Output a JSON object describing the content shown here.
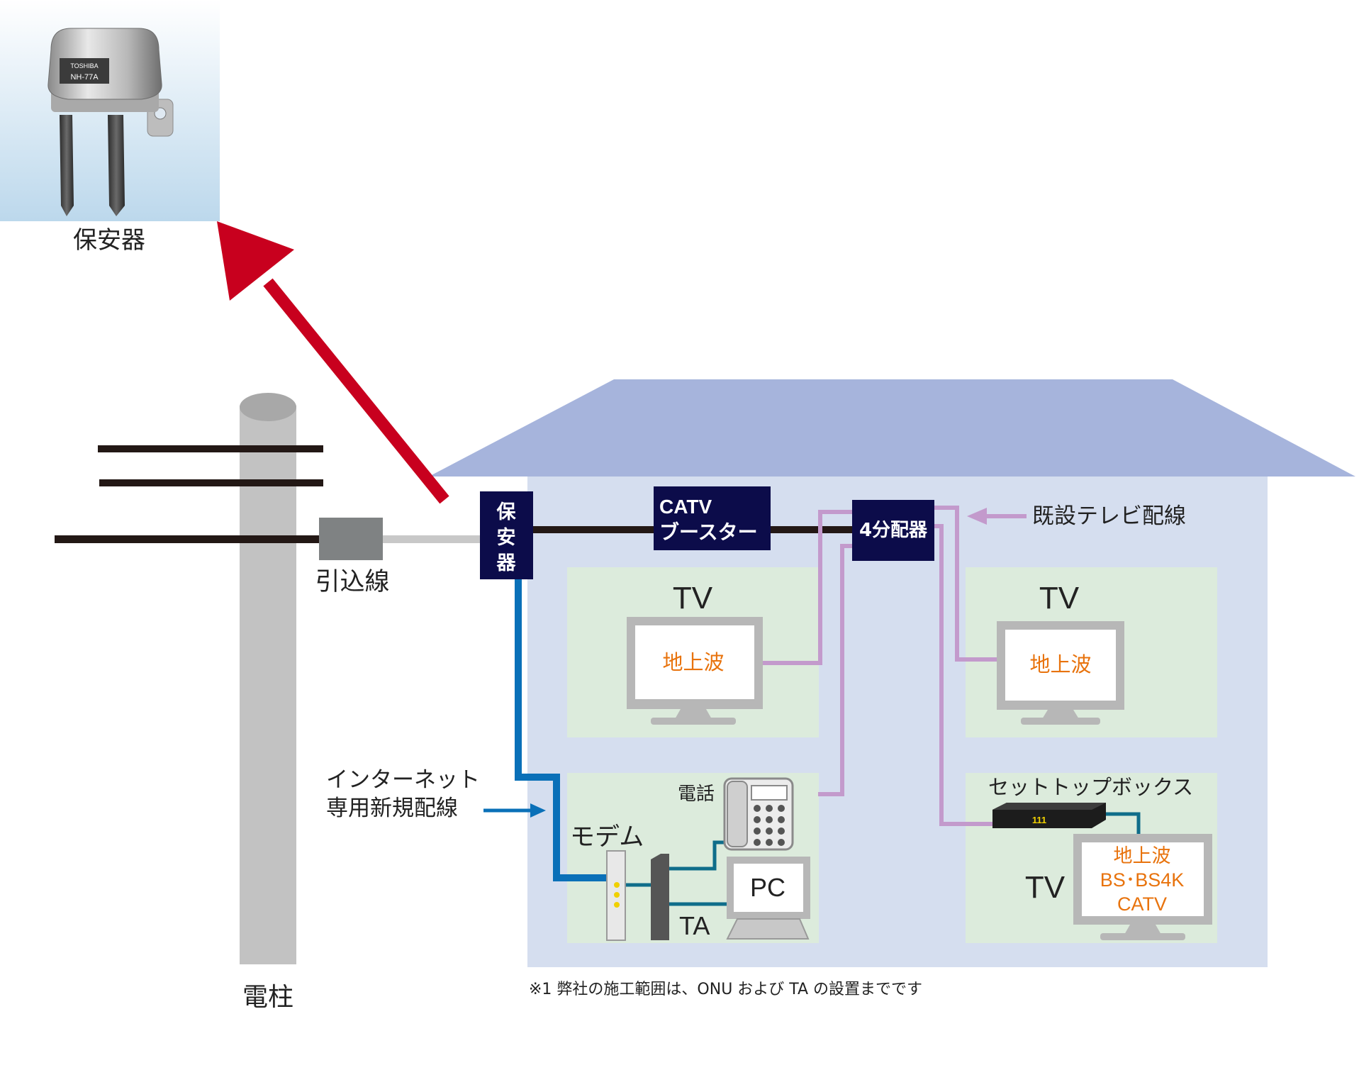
{
  "protector_photo": {
    "caption": "保安器",
    "brand_text": "TOSHIBA",
    "model_text": "NH-77A"
  },
  "pole": {
    "label": "電柱"
  },
  "drop_wire": {
    "label": "引込線"
  },
  "protector_box": {
    "label_lines": [
      "保",
      "安",
      "器"
    ]
  },
  "booster": {
    "line1": "CATV",
    "line2": "ブースター"
  },
  "splitter": {
    "label": "4分配器"
  },
  "existing_wiring": {
    "label": "既設テレビ配線"
  },
  "internet_line": {
    "line1": "インターネット",
    "line2": "専用新規配線"
  },
  "rooms": {
    "room_tl": {
      "tv_title": "TV",
      "screen_text": "地上波"
    },
    "room_tr": {
      "tv_title": "TV",
      "screen_text": "地上波"
    },
    "room_bl": {
      "phone_label": "電話",
      "modem_label": "モデム",
      "ta_label": "TA",
      "pc_label": "PC"
    },
    "room_br": {
      "stb_label": "セットトップボックス",
      "stb_display": "111",
      "tv_title": "TV",
      "screen_lines": [
        "地上波",
        "BS･BS4K",
        "CATV"
      ]
    }
  },
  "footnote": "※1 弊社の施工範囲は、ONU および TA の設置までです",
  "colors": {
    "roof": "#a6b4dc",
    "house_wall": "#d5deef",
    "room": "#dcebdc",
    "navy_box": "#0c0c4a",
    "red_arrow": "#c8001e",
    "blue_line": "#0a70b8",
    "pink_line": "#c39acc",
    "teal_line": "#0f6d8a",
    "orange_text": "#e8730d",
    "pole": "#c2c2c2"
  }
}
